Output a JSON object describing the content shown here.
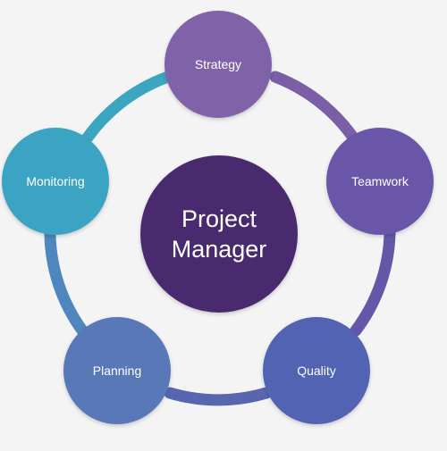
{
  "center": {
    "line1": "Project",
    "line2": "Manager",
    "color": "#4a2a6e"
  },
  "nodes": [
    {
      "id": "strategy",
      "label": "Strategy",
      "color": "#7f62a8"
    },
    {
      "id": "teamwork",
      "label": "Teamwork",
      "color": "#6b56a8"
    },
    {
      "id": "quality",
      "label": "Quality",
      "color": "#5263b4"
    },
    {
      "id": "planning",
      "label": "Planning",
      "color": "#5878b8"
    },
    {
      "id": "monitoring",
      "label": "Monitoring",
      "color": "#3aa4c2"
    }
  ],
  "connector_colors": {
    "strategy_teamwork": "#7a5fa6",
    "teamwork_quality": "#6358a8",
    "quality_planning": "#5866b0",
    "planning_monitoring": "#4f86bd",
    "monitoring_strategy": "#3ca6c0"
  }
}
